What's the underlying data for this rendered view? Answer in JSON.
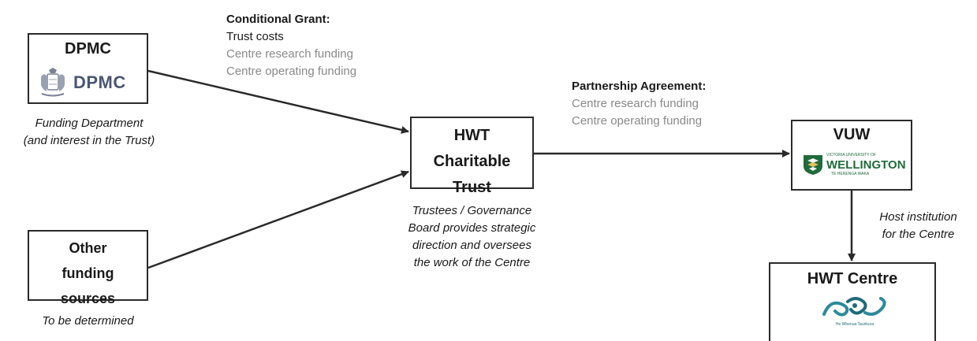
{
  "conditional_grant": {
    "heading": "Conditional Grant:",
    "items": [
      "Trust costs",
      "Centre research funding",
      "Centre operating funding"
    ]
  },
  "partnership_agreement": {
    "heading": "Partnership Agreement:",
    "items": [
      "Centre research funding",
      "Centre operating funding"
    ]
  },
  "dpmc": {
    "title": "DPMC",
    "logo_text": "DPMC",
    "caption": [
      "Funding Department",
      "(and interest in the Trust)"
    ]
  },
  "other_funding": {
    "title_lines": [
      "Other",
      "funding",
      "sources"
    ],
    "caption": "To be determined"
  },
  "trust": {
    "title_lines": [
      "HWT",
      "Charitable",
      "Trust"
    ],
    "caption": [
      "Trustees / Governance",
      "Board provides strategic",
      "direction and oversees",
      "the work of the Centre"
    ]
  },
  "vuw": {
    "title": "VUW",
    "logo_small_top": "VICTORIA UNIVERSITY OF",
    "logo_main": "WELLINGTON",
    "logo_small_bottom": "TE HERENGA WAKA",
    "caption": [
      "Host institution",
      "for the Centre"
    ]
  },
  "centre": {
    "title": "HWT Centre",
    "logo_sub": "He Whenua Taurikura"
  },
  "colors": {
    "border": "#2a2a2a",
    "grey_text": "#8a8a8a",
    "dpmc_logo": "#4a5773",
    "vuw_green": "#1f6b3a",
    "centre_teal": "#1f6b7a"
  }
}
